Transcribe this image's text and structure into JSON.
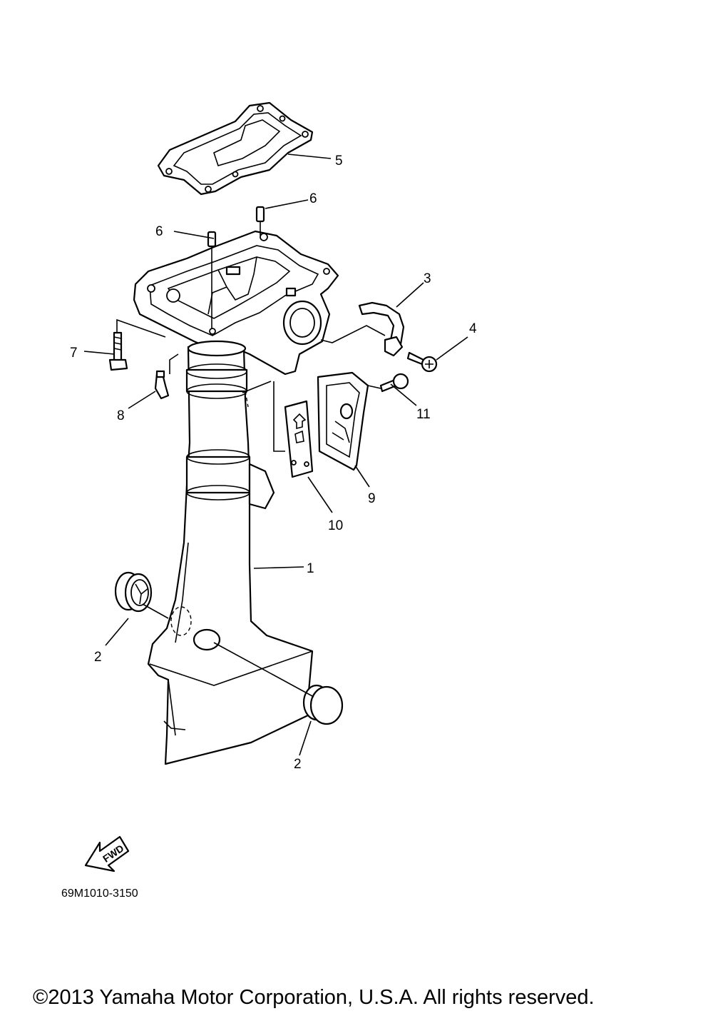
{
  "callouts": {
    "c1": "1",
    "c2a": "2",
    "c2b": "2",
    "c3": "3",
    "c4": "4",
    "c5": "5",
    "c6a": "6",
    "c6b": "6",
    "c7": "7",
    "c8": "8",
    "c9": "9",
    "c10": "10",
    "c11": "11"
  },
  "fwd_label": "FWD",
  "diagram_code": "69M1010-3150",
  "copyright": "©2013 Yamaha Motor Corporation, U.S.A. All rights reserved."
}
